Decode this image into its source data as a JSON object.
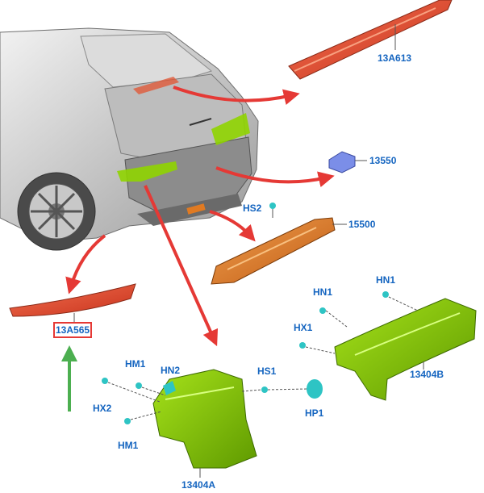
{
  "colors": {
    "label": "#1565c0",
    "callout_arrow": "#e53935",
    "pointer_arrow": "#4caf50",
    "reflector": "#e04a2a",
    "lamp_green": "#8fd400",
    "lamp_orange": "#e07a22",
    "bulb_blue": "#7b8ee8"
  },
  "parts": [
    {
      "id": "high_mount_stop_lamp",
      "code": "13A613"
    },
    {
      "id": "license_bulb_holder",
      "code": "13550"
    },
    {
      "id": "license_lamp",
      "code": "15500"
    },
    {
      "id": "bumper_reflector",
      "code": "13A565",
      "highlighted": true
    },
    {
      "id": "rear_lamp_right",
      "code": "13404B"
    },
    {
      "id": "rear_lamp_left",
      "code": "13404A"
    }
  ],
  "fasteners": [
    "HS2",
    "HN1",
    "HN1",
    "HX1",
    "HM1",
    "HN2",
    "HS1",
    "HX2",
    "HM1",
    "HP1"
  ]
}
